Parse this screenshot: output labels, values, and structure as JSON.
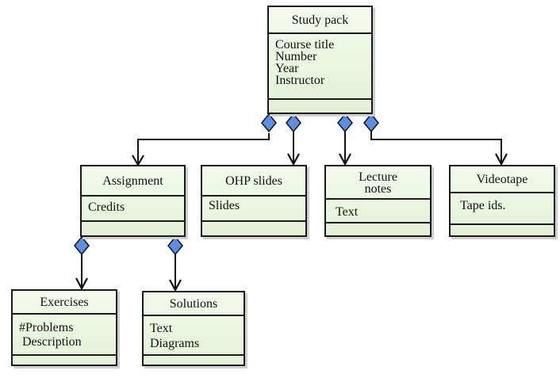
{
  "classes": {
    "study_pack": {
      "name": "Study pack",
      "attributes": [
        "Course title",
        "Number",
        "Year",
        "Instructor"
      ]
    },
    "assignment": {
      "name": "Assignment",
      "attributes": [
        "Credits"
      ]
    },
    "ohp_slides": {
      "name": "OHP slides",
      "attributes": [
        "Slides"
      ]
    },
    "lecture_notes": {
      "name": "Lecture notes",
      "name_lines": [
        "Lecture",
        "notes"
      ],
      "attributes": [
        "Text"
      ]
    },
    "videotape": {
      "name": "Videotape",
      "attributes": [
        "Tape ids."
      ]
    },
    "exercises": {
      "name": "Exercises",
      "attributes": [
        "#Problems",
        " Description"
      ]
    },
    "solutions": {
      "name": "Solutions",
      "attributes": [
        "Text",
        "Diagrams"
      ]
    }
  },
  "colors": {
    "box_fill": "#e6f5d9",
    "diamond_fill": "#5b8fe6",
    "line": "#111111"
  },
  "relationships": [
    {
      "type": "aggregation",
      "from": "Study pack",
      "to": "Assignment"
    },
    {
      "type": "aggregation",
      "from": "Study pack",
      "to": "OHP slides"
    },
    {
      "type": "aggregation",
      "from": "Study pack",
      "to": "Lecture notes"
    },
    {
      "type": "aggregation",
      "from": "Study pack",
      "to": "Videotape"
    },
    {
      "type": "aggregation",
      "from": "Assignment",
      "to": "Exercises"
    },
    {
      "type": "aggregation",
      "from": "Assignment",
      "to": "Solutions"
    }
  ]
}
